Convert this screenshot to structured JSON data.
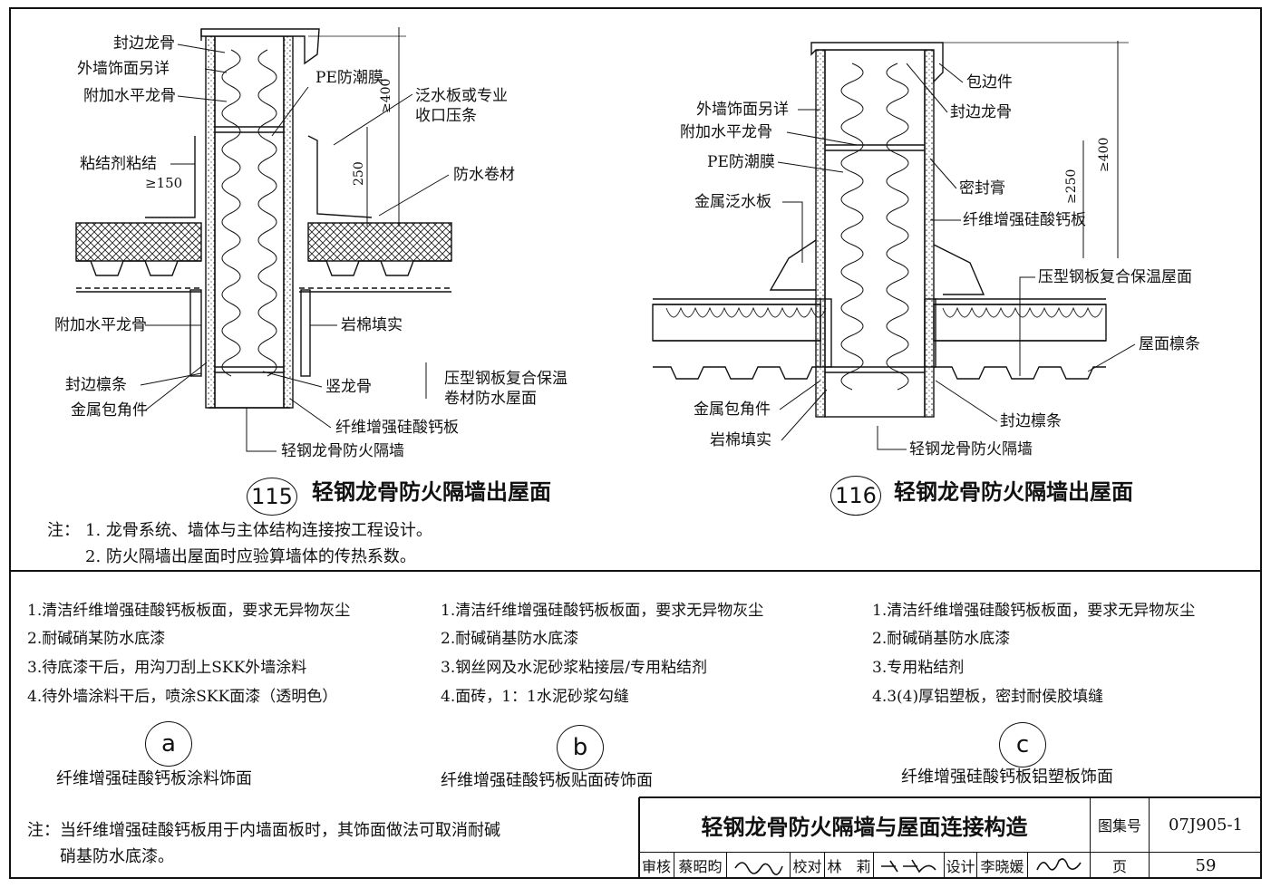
{
  "detail_115": {
    "number": "115",
    "title": "轻钢龙骨防火隔墙出屋面",
    "labels": {
      "edge_keel": "封边龙骨",
      "facade": "外墙饰面另详",
      "extra_keel": "附加水平龙骨",
      "pe_film": "PE防潮膜",
      "flashing": "泛水板或专业",
      "flashing2": "收口压条",
      "adhesive": "粘结剂粘结",
      "dim150": "≥150",
      "dim400": "≥400",
      "dim250": "250",
      "membrane": "防水卷材",
      "extra_keel2": "附加水平龙骨",
      "rockwool": "岩棉填实",
      "edge_purlin": "封边檩条",
      "stud": "竖龙骨",
      "roof": "压型钢板复合保温",
      "roof2": "卷材防水屋面",
      "metal_corner": "金属包角件",
      "fcs_board": "纤维增强硅酸钙板",
      "partition": "轻钢龙骨防火隔墙"
    }
  },
  "detail_116": {
    "number": "116",
    "title": "轻钢龙骨防火隔墙出屋面",
    "labels": {
      "edge_piece": "包边件",
      "facade": "外墙饰面另详",
      "edge_keel": "封边龙骨",
      "extra_keel": "附加水平龙骨",
      "pe_film": "PE防潮膜",
      "sealant": "密封膏",
      "metal_flashing": "金属泛水板",
      "fcs_board": "纤维增强硅酸钙板",
      "dim400": "≥400",
      "dim250": "≥250",
      "roof": "压型钢板复合保温屋面",
      "purlin": "屋面檩条",
      "metal_corner": "金属包角件",
      "edge_purlin": "封边檩条",
      "rockwool": "岩棉填实",
      "partition": "轻钢龙骨防火隔墙"
    }
  },
  "notes_top": {
    "prefix": "注：",
    "n1": "1. 龙骨系统、墙体与主体结构连接按工程设计。",
    "n2": "2. 防火隔墙出屋面时应验算墙体的传热系数。"
  },
  "finishes": [
    {
      "letter": "a",
      "steps": [
        "1.清洁纤维增强硅酸钙板板面，要求无异物灰尘",
        "2.耐碱硝某防水底漆",
        "3.待底漆干后，用沟刀刮上SKK外墙涂料",
        "4.待外墙涂料干后，喷涂SKK面漆（透明色）"
      ],
      "title": "纤维增强硅酸钙板涂料饰面"
    },
    {
      "letter": "b",
      "steps": [
        "1.清洁纤维增强硅酸钙板板面，要求无异物灰尘",
        "2.耐碱硝基防水底漆",
        "3.钢丝网及水泥砂浆粘接层/专用粘结剂",
        "4.面砖，1：1水泥砂浆勾缝"
      ],
      "title": "纤维增强硅酸钙板贴面砖饰面"
    },
    {
      "letter": "c",
      "steps": [
        "1.清洁纤维增强硅酸钙板板面，要求无异物灰尘",
        "2.耐碱硝基防水底漆",
        "3.专用粘结剂",
        "4.3(4)厚铝塑板，密封耐侯胶填缝"
      ],
      "title": "纤维增强硅酸钙板铝塑板饰面"
    }
  ],
  "note_bottom": {
    "line1": "注：当纤维增强硅酸钙板用于内墙面板时，其饰面做法可取消耐碱",
    "line2": "硝基防水底漆。"
  },
  "title_block": {
    "title": "轻钢龙骨防火隔墙与屋面连接构造",
    "atlas_label": "图集号",
    "atlas_no": "07J905-1",
    "review_label": "审核",
    "reviewer": "蔡昭昀",
    "check_label": "校对",
    "checker": "林　莉",
    "design_label": "设计",
    "designer": "李晓媛",
    "page_label": "页",
    "page_no": "59"
  }
}
